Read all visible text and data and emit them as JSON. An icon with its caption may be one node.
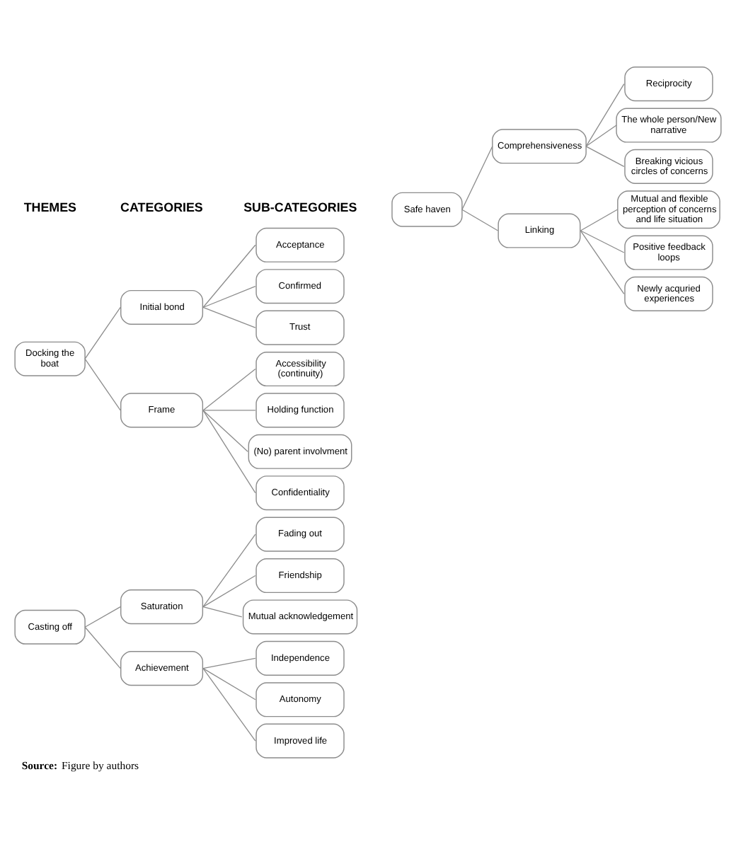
{
  "diagram": {
    "caption": "**Source:** Figure by authors",
    "nodes": [
      {
        "text": [
          "Docking the boat"
        ]
      },
      {
        "text": [
          "Initial bond"
        ]
      },
      {
        "text": [
          "Acceptance"
        ]
      },
      {
        "text": [
          "Confirmed"
        ]
      },
      {
        "text": [
          "Trust"
        ]
      },
      {
        "text": [
          "Frame"
        ]
      },
      {
        "text": [
          "Accessibility (continuity)"
        ]
      },
      {
        "text": [
          "Holding function"
        ]
      },
      {
        "text": [
          "(No) parent involvment"
        ]
      },
      {
        "text": [
          "Confidentiality"
        ]
      },
      {
        "text": [
          "Safe haven"
        ]
      },
      {
        "text": [
          "Comprehensiveness"
        ]
      },
      {
        "text": [
          "Reciprocity"
        ]
      },
      {
        "text": [
          "The whole person/New narrative"
        ]
      },
      {
        "text": [
          "Breaking vicious circles of concerns"
        ]
      },
      {
        "text": [
          "Linking"
        ]
      },
      {
        "text": [
          "Mutual and flexible perception of concerns and life situation"
        ]
      },
      {
        "text": [
          "Positive feedback loops"
        ]
      },
      {
        "text": [
          "Newly acquried experiences"
        ]
      },
      {
        "text": [
          "Casting off"
        ]
      },
      {
        "text": [
          "Saturation"
        ]
      },
      {
        "text": [
          "Fading out"
        ]
      },
      {
        "text": [
          "Friendship"
        ]
      },
      {
        "text": [
          "Mutual acknowledgement"
        ]
      },
      {
        "text": [
          "Achievement"
        ]
      },
      {
        "text": [
          "Independence"
        ]
      },
      {
        "text": [
          "Autonomy"
        ]
      },
      {
        "text": [
          "Improved life"
        ]
      }
    ],
    "edges": [
      {
        "from": 0,
        "to": 1,
        "arrow": "none"
      },
      {
        "from": 0,
        "to": 5,
        "arrow": "none"
      },
      {
        "from": 1,
        "to": 2,
        "arrow": "none"
      },
      {
        "from": 1,
        "to": 3,
        "arrow": "none"
      },
      {
        "from": 1,
        "to": 4,
        "arrow": "none"
      },
      {
        "from": 5,
        "to": 6,
        "arrow": "none"
      },
      {
        "from": 5,
        "to": 7,
        "arrow": "none"
      },
      {
        "from": 5,
        "to": 8,
        "arrow": "none"
      },
      {
        "from": 5,
        "to": 9,
        "arrow": "none"
      },
      {
        "from": 10,
        "to": 11,
        "arrow": "none"
      },
      {
        "from": 10,
        "to": 15,
        "arrow": "none"
      },
      {
        "from": 11,
        "to": 12,
        "arrow": "none"
      },
      {
        "from": 11,
        "to": 13,
        "arrow": "none"
      },
      {
        "from": 11,
        "to": 14,
        "arrow": "none"
      },
      {
        "from": 15,
        "to": 16,
        "arrow": "none"
      },
      {
        "from": 15,
        "to": 17,
        "arrow": "none"
      },
      {
        "from": 15,
        "to": 18,
        "arrow": "none"
      },
      {
        "from": 19,
        "to": 20,
        "arrow": "none"
      },
      {
        "from": 19,
        "to": 24,
        "arrow": "none"
      },
      {
        "from": 20,
        "to": 21,
        "arrow": "none"
      },
      {
        "from": 20,
        "to": 22,
        "arrow": "none"
      },
      {
        "from": 20,
        "to": 23,
        "arrow": "none"
      },
      {
        "from": 24,
        "to": 25,
        "arrow": "none"
      },
      {
        "from": 24,
        "to": 26,
        "arrow": "none"
      },
      {
        "from": 24,
        "to": 27,
        "arrow": "none"
      }
    ],
    "labels": [
      "THEMES",
      "CATEGORIES",
      "SUB-CATEGORIES"
    ]
  }
}
